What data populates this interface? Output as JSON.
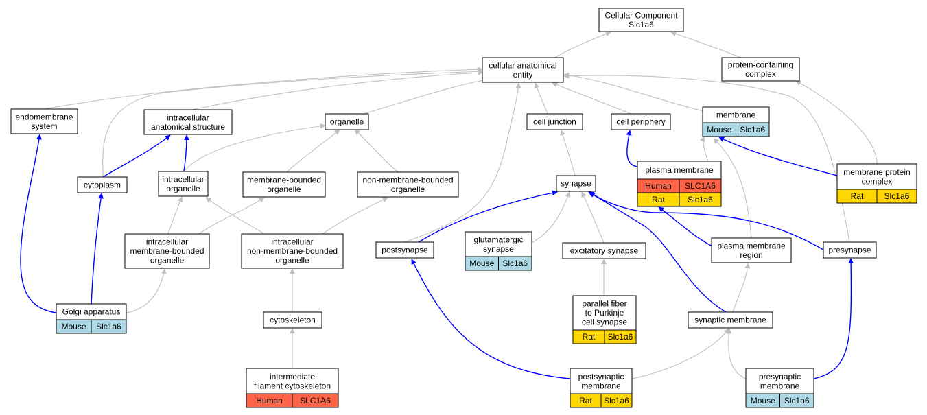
{
  "colors": {
    "background": "#ffffff",
    "is_a_edge": "#c0c0c0",
    "part_of_edge": "#0000ff",
    "node_border": "#000000",
    "human": "#ff6347",
    "rat": "#ffd700",
    "mouse": "#add8e6"
  },
  "nodes": [
    {
      "id": "cc",
      "lines": [
        "Cellular Component",
        "Slc1a6"
      ]
    },
    {
      "id": "cae",
      "lines": [
        "cellular anatomical",
        "entity"
      ]
    },
    {
      "id": "pcc",
      "lines": [
        "protein-containing",
        "complex"
      ]
    },
    {
      "id": "ems",
      "lines": [
        "endomembrane",
        "system"
      ]
    },
    {
      "id": "ias",
      "lines": [
        "intracellular",
        "anatomical structure"
      ]
    },
    {
      "id": "org",
      "lines": [
        "organelle"
      ]
    },
    {
      "id": "cj",
      "lines": [
        "cell junction"
      ]
    },
    {
      "id": "cp",
      "lines": [
        "cell periphery"
      ]
    },
    {
      "id": "mem",
      "lines": [
        "membrane"
      ],
      "annotations": [
        [
          "Mouse",
          "Slc1a6"
        ]
      ]
    },
    {
      "id": "cyto",
      "lines": [
        "cytoplasm"
      ]
    },
    {
      "id": "io",
      "lines": [
        "intracellular",
        "organelle"
      ]
    },
    {
      "id": "mbo",
      "lines": [
        "membrane-bounded",
        "organelle"
      ]
    },
    {
      "id": "nmbo",
      "lines": [
        "non-membrane-bounded",
        "organelle"
      ]
    },
    {
      "id": "syn",
      "lines": [
        "synapse"
      ]
    },
    {
      "id": "pm",
      "lines": [
        "plasma membrane"
      ],
      "annotations": [
        [
          "Human",
          "SLC1A6"
        ],
        [
          "Rat",
          "Slc1a6"
        ]
      ]
    },
    {
      "id": "mpc",
      "lines": [
        "membrane protein",
        "complex"
      ],
      "annotations": [
        [
          "Rat",
          "Slc1a6"
        ]
      ]
    },
    {
      "id": "imbo",
      "lines": [
        "intracellular",
        "membrane-bounded",
        "organelle"
      ]
    },
    {
      "id": "inmbo",
      "lines": [
        "intracellular",
        "non-membrane-bounded",
        "organelle"
      ]
    },
    {
      "id": "postsyn",
      "lines": [
        "postsynapse"
      ]
    },
    {
      "id": "gsyn",
      "lines": [
        "glutamatergic",
        "synapse"
      ],
      "annotations": [
        [
          "Mouse",
          "Slc1a6"
        ]
      ]
    },
    {
      "id": "esyn",
      "lines": [
        "excitatory synapse"
      ]
    },
    {
      "id": "pmr",
      "lines": [
        "plasma membrane",
        "region"
      ]
    },
    {
      "id": "presyn",
      "lines": [
        "presynapse"
      ]
    },
    {
      "id": "golgi",
      "lines": [
        "Golgi apparatus"
      ],
      "annotations": [
        [
          "Mouse",
          "Slc1a6"
        ]
      ]
    },
    {
      "id": "cytosk",
      "lines": [
        "cytoskeleton"
      ]
    },
    {
      "id": "pfpc",
      "lines": [
        "parallel fiber",
        "to Purkinje",
        "cell synapse"
      ],
      "annotations": [
        [
          "Rat",
          "Slc1a6"
        ]
      ]
    },
    {
      "id": "synmem",
      "lines": [
        "synaptic membrane"
      ]
    },
    {
      "id": "ifc",
      "lines": [
        "intermediate",
        "filament cytoskeleton"
      ],
      "annotations": [
        [
          "Human",
          "SLC1A6"
        ]
      ]
    },
    {
      "id": "psm",
      "lines": [
        "postsynaptic",
        "membrane"
      ],
      "annotations": [
        [
          "Rat",
          "Slc1a6"
        ]
      ]
    },
    {
      "id": "prsm",
      "lines": [
        "presynaptic",
        "membrane"
      ],
      "annotations": [
        [
          "Mouse",
          "Slc1a6"
        ]
      ]
    }
  ],
  "edges": [
    {
      "from": "cae",
      "to": "cc",
      "type": "is_a"
    },
    {
      "from": "pcc",
      "to": "cc",
      "type": "is_a"
    },
    {
      "from": "ems",
      "to": "cae",
      "type": "is_a"
    },
    {
      "from": "ias",
      "to": "cae",
      "type": "is_a"
    },
    {
      "from": "org",
      "to": "cae",
      "type": "is_a"
    },
    {
      "from": "cj",
      "to": "cae",
      "type": "is_a"
    },
    {
      "from": "cp",
      "to": "cae",
      "type": "is_a"
    },
    {
      "from": "mem",
      "to": "cae",
      "type": "is_a"
    },
    {
      "from": "cyto",
      "to": "cae",
      "type": "is_a"
    },
    {
      "from": "postsyn",
      "to": "cae",
      "type": "is_a"
    },
    {
      "from": "presyn",
      "to": "cae",
      "type": "is_a"
    },
    {
      "from": "io",
      "to": "org",
      "type": "is_a"
    },
    {
      "from": "mbo",
      "to": "org",
      "type": "is_a"
    },
    {
      "from": "nmbo",
      "to": "org",
      "type": "is_a"
    },
    {
      "from": "golgi",
      "to": "ems",
      "type": "part_of"
    },
    {
      "from": "cyto",
      "to": "ias",
      "type": "part_of"
    },
    {
      "from": "io",
      "to": "ias",
      "type": "part_of"
    },
    {
      "from": "golgi",
      "to": "cyto",
      "type": "part_of"
    },
    {
      "from": "imbo",
      "to": "io",
      "type": "is_a"
    },
    {
      "from": "imbo",
      "to": "mbo",
      "type": "is_a"
    },
    {
      "from": "inmbo",
      "to": "io",
      "type": "is_a"
    },
    {
      "from": "inmbo",
      "to": "nmbo",
      "type": "is_a"
    },
    {
      "from": "golgi",
      "to": "imbo",
      "type": "is_a"
    },
    {
      "from": "cytosk",
      "to": "inmbo",
      "type": "is_a"
    },
    {
      "from": "ifc",
      "to": "cytosk",
      "type": "is_a"
    },
    {
      "from": "syn",
      "to": "cj",
      "type": "is_a"
    },
    {
      "from": "pm",
      "to": "cp",
      "type": "part_of"
    },
    {
      "from": "pm",
      "to": "mem",
      "type": "is_a"
    },
    {
      "from": "mpc",
      "to": "mem",
      "type": "part_of"
    },
    {
      "from": "mpc",
      "to": "pcc",
      "type": "is_a"
    },
    {
      "from": "postsyn",
      "to": "syn",
      "type": "part_of"
    },
    {
      "from": "gsyn",
      "to": "syn",
      "type": "is_a"
    },
    {
      "from": "esyn",
      "to": "syn",
      "type": "is_a"
    },
    {
      "from": "presyn",
      "to": "syn",
      "type": "part_of"
    },
    {
      "from": "synmem",
      "to": "syn",
      "type": "part_of"
    },
    {
      "from": "pmr",
      "to": "pm",
      "type": "part_of"
    },
    {
      "from": "pmr",
      "to": "mem",
      "type": "is_a"
    },
    {
      "from": "pfpc",
      "to": "esyn",
      "type": "is_a"
    },
    {
      "from": "synmem",
      "to": "pmr",
      "type": "is_a"
    },
    {
      "from": "psm",
      "to": "postsyn",
      "type": "part_of"
    },
    {
      "from": "psm",
      "to": "synmem",
      "type": "is_a"
    },
    {
      "from": "prsm",
      "to": "synmem",
      "type": "is_a"
    },
    {
      "from": "prsm",
      "to": "presyn",
      "type": "part_of"
    }
  ]
}
